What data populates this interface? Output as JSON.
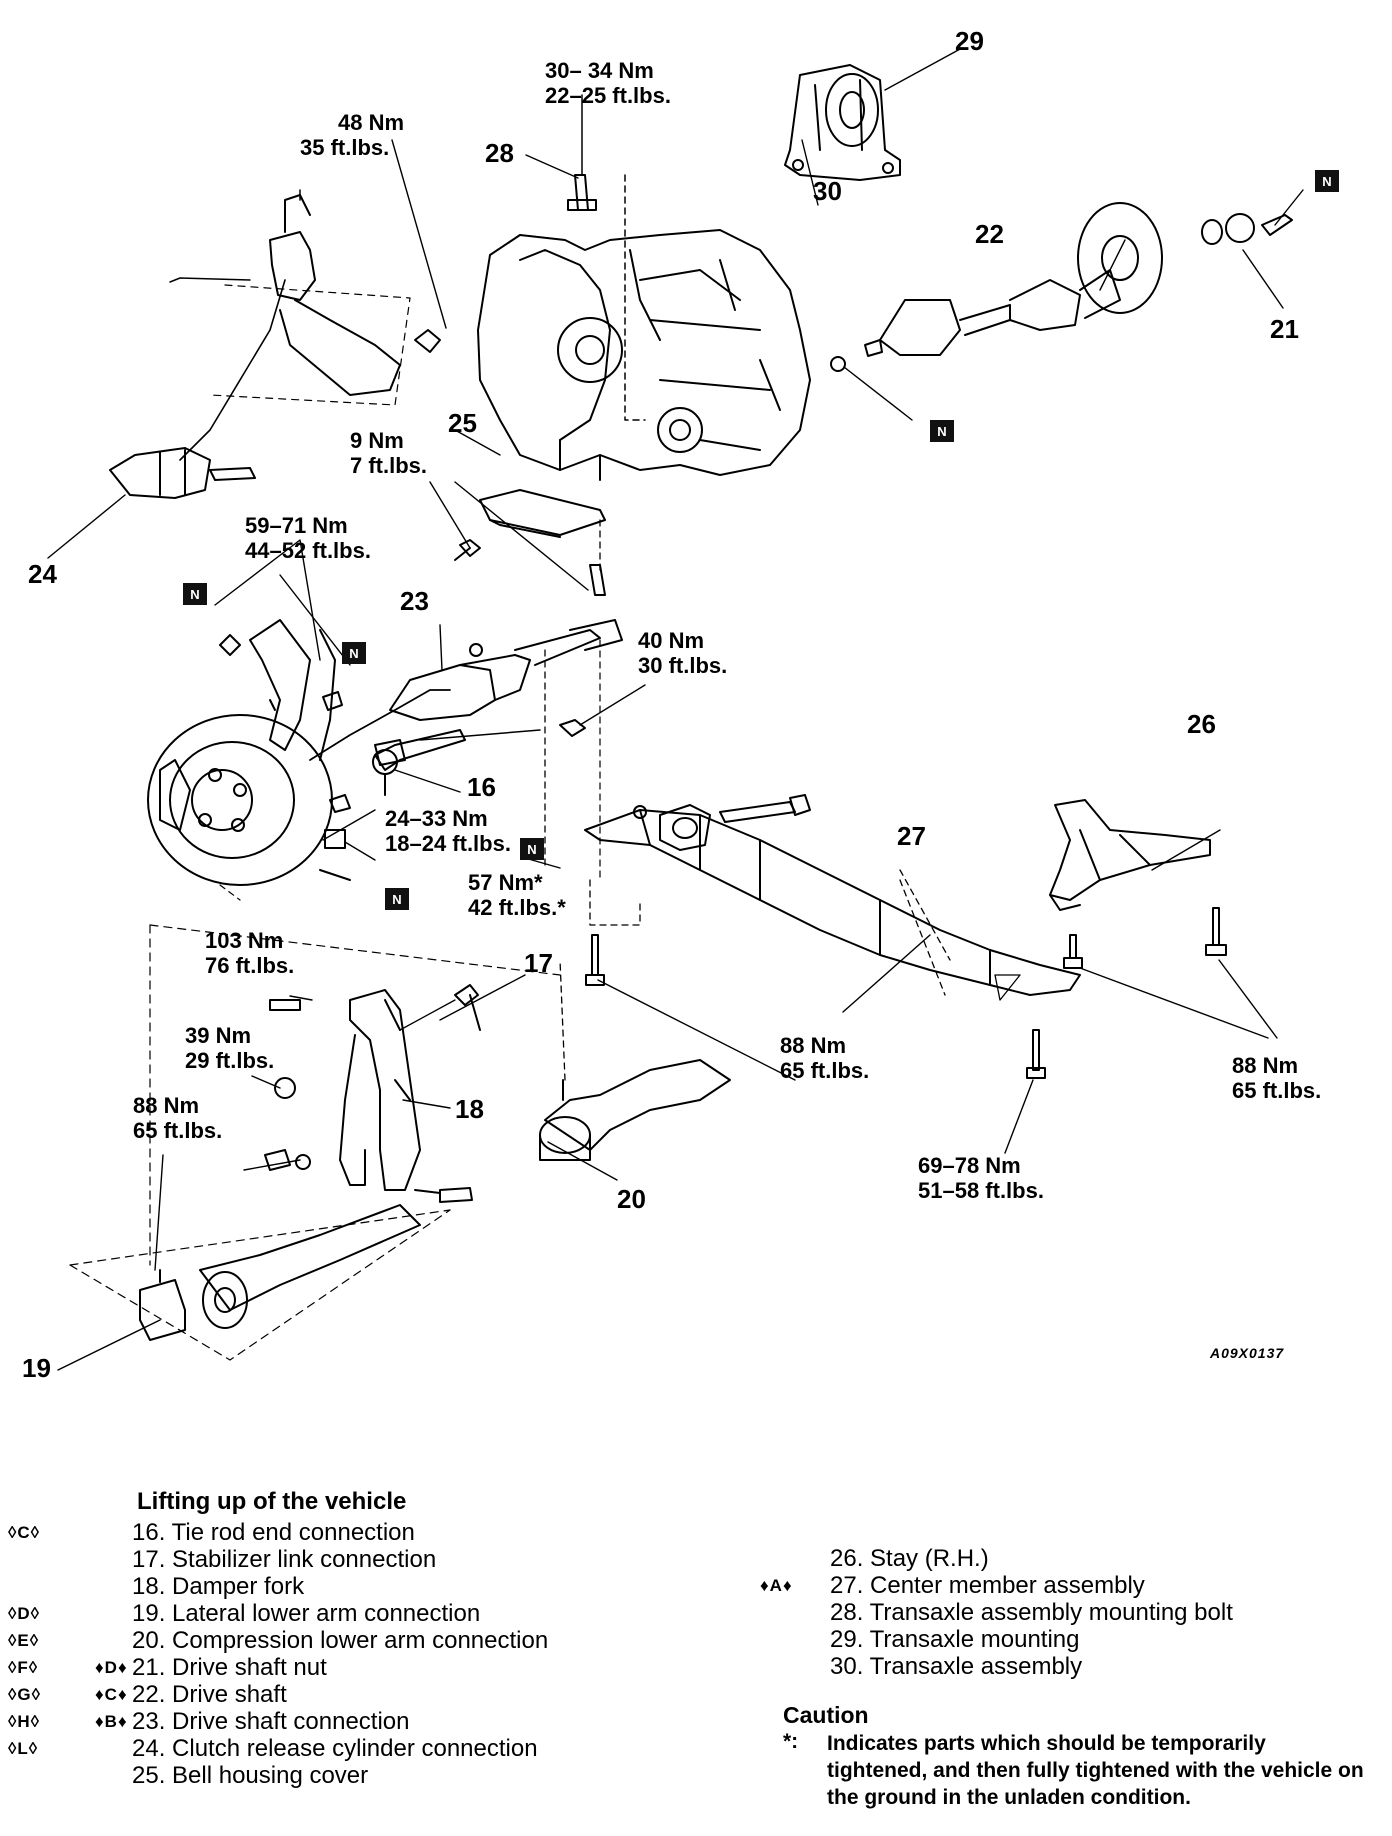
{
  "diagram": {
    "figure_code": "A09X0137",
    "new_part_mark": "N",
    "part_numbers": {
      "p16": "16",
      "p17": "17",
      "p18": "18",
      "p19": "19",
      "p20": "20",
      "p21": "21",
      "p22": "22",
      "p23": "23",
      "p24": "24",
      "p25": "25",
      "p26": "26",
      "p27": "27",
      "p28": "28",
      "p29": "29",
      "p30": "30"
    },
    "torques": {
      "t_30_34": [
        "30– 34 Nm",
        "22–25 ft.lbs."
      ],
      "t_48": [
        "48 Nm",
        "35 ft.lbs."
      ],
      "t_9": [
        "9 Nm",
        "7 ft.lbs."
      ],
      "t_59_71": [
        "59–71 Nm",
        "44–52 ft.lbs."
      ],
      "t_40": [
        "40 Nm",
        "30 ft.lbs."
      ],
      "t_24_33": [
        "24–33 Nm",
        "18–24 ft.lbs."
      ],
      "t_57": [
        "57 Nm*",
        "42 ft.lbs.*"
      ],
      "t_103": [
        "103 Nm",
        "76 ft.lbs."
      ],
      "t_39": [
        "39 Nm",
        "29 ft.lbs."
      ],
      "t_88_left": [
        "88 Nm",
        "65 ft.lbs."
      ],
      "t_88_center": [
        "88 Nm",
        "65 ft.lbs."
      ],
      "t_88_right": [
        "88 Nm",
        "65 ft.lbs."
      ],
      "t_69_78": [
        "69–78 Nm",
        "51–58 ft.lbs."
      ]
    }
  },
  "legend": {
    "title": "Lifting up of the vehicle",
    "left": [
      {
        "ref1": "◊C◊",
        "ref2": "",
        "item": "16. Tie rod end connection"
      },
      {
        "ref1": "",
        "ref2": "",
        "item": "17. Stabilizer link connection"
      },
      {
        "ref1": "",
        "ref2": "",
        "item": "18. Damper fork"
      },
      {
        "ref1": "◊D◊",
        "ref2": "",
        "item": "19. Lateral lower arm connection"
      },
      {
        "ref1": "◊E◊",
        "ref2": "",
        "item": "20. Compression lower arm connection"
      },
      {
        "ref1": "◊F◊",
        "ref2": "♦D♦",
        "item": "21. Drive shaft nut"
      },
      {
        "ref1": "◊G◊",
        "ref2": "♦C♦",
        "item": "22. Drive shaft"
      },
      {
        "ref1": "◊H◊",
        "ref2": "♦B♦",
        "item": "23. Drive shaft connection"
      },
      {
        "ref1": "◊L◊",
        "ref2": "",
        "item": "24. Clutch release cylinder connection"
      },
      {
        "ref1": "",
        "ref2": "",
        "item": "25. Bell housing cover"
      }
    ],
    "right": [
      {
        "ref1": "",
        "item": "26. Stay (R.H.)"
      },
      {
        "ref1": "♦A♦",
        "item": "27. Center member assembly"
      },
      {
        "ref1": "",
        "item": "28. Transaxle assembly mounting bolt"
      },
      {
        "ref1": "",
        "item": "29. Transaxle mounting"
      },
      {
        "ref1": "",
        "item": "30. Transaxle assembly"
      }
    ]
  },
  "caution": {
    "title": "Caution",
    "mark": "*:",
    "text": "Indicates parts which should be temporarily tightened, and then fully tightened with the vehicle on the ground in the unladen condition."
  }
}
